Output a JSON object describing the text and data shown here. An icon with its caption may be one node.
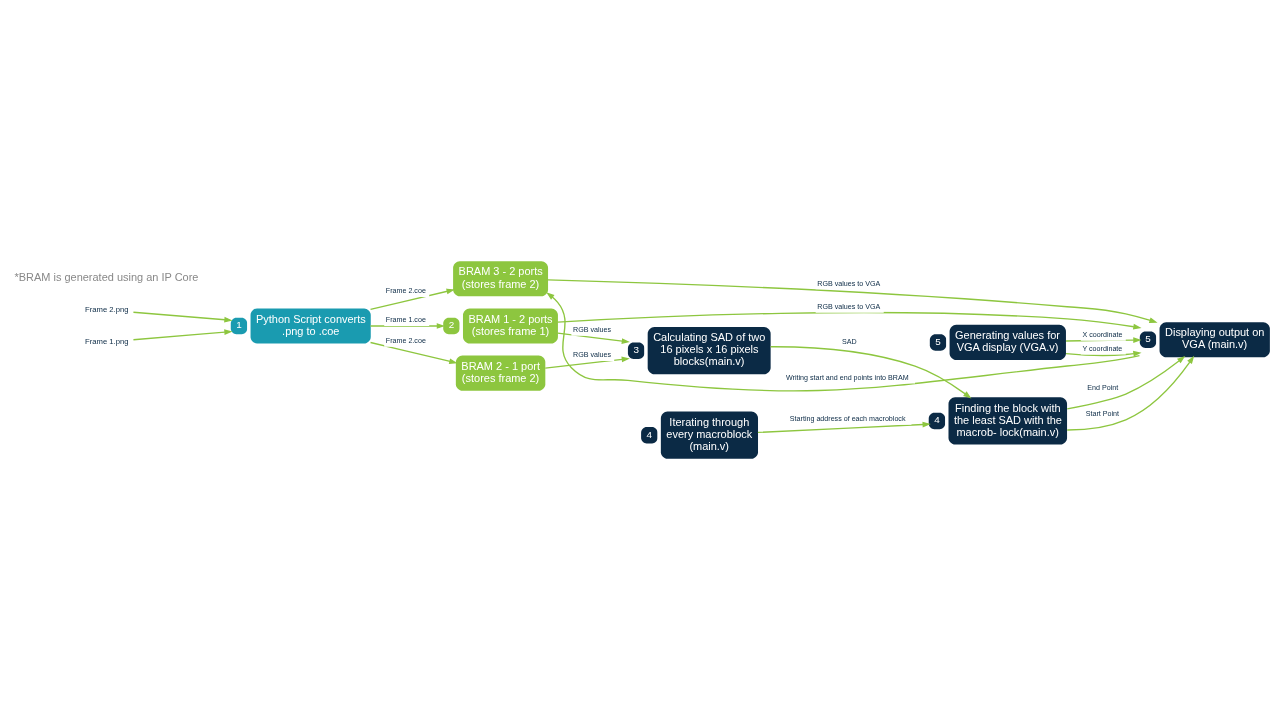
{
  "diagram": {
    "nodes": [
      {
        "text": [
          "Frame 2.png"
        ]
      },
      {
        "text": [
          "Frame 1.png"
        ]
      },
      {
        "text": [
          "Python Script converts .png to .coe"
        ],
        "beside": [
          "1"
        ]
      },
      {
        "text": [
          "BRAM 1 - 2 ports (stores frame 1)"
        ],
        "beside": [
          "2"
        ]
      },
      {
        "text": [
          "BRAM 2 - 1 port (stores frame 2)"
        ]
      },
      {
        "text": [
          "BRAM 3 - 2 ports (stores frame 2)"
        ]
      },
      {
        "text": [
          "Calculating SAD of two 16 pixels x 16 pixels blocks(main.v)"
        ],
        "beside": [
          "3"
        ]
      },
      {
        "text": [
          "Iterating through every macroblock (main.v)"
        ],
        "beside": [
          "4"
        ]
      },
      {
        "text": [
          "Finding the block with the least SAD with the macrob- lock(main.v)"
        ],
        "beside": [
          "4"
        ]
      },
      {
        "text": [
          "Displaying output on VGA (main.v)"
        ],
        "beside": [
          "5"
        ]
      },
      {
        "text": [
          "Generating values for VGA display (VGA.v)"
        ],
        "beside": [
          "5"
        ]
      }
    ],
    "edges": [
      {
        "from": 0,
        "to": 2,
        "arrow": "to"
      },
      {
        "from": 1,
        "to": 2,
        "arrow": "to"
      },
      {
        "from": 2,
        "to": 3,
        "arrow": "to",
        "label": "Frame 1.coe"
      },
      {
        "from": 2,
        "to": 4,
        "arrow": "to",
        "label": "Frame 2.coe"
      },
      {
        "from": 2,
        "to": 5,
        "arrow": "to",
        "label": "Frame 2.coe"
      },
      {
        "from": 3,
        "to": 6,
        "arrow": "to",
        "label": "RGB values"
      },
      {
        "from": 3,
        "to": 9,
        "arrow": "to",
        "label": "RGB values to VGA"
      },
      {
        "from": 4,
        "to": 6,
        "arrow": "to",
        "label": "RGB values"
      },
      {
        "from": 9,
        "to": 5,
        "arrow": "to",
        "label": "Writing start and end points into BRAM"
      },
      {
        "from": 5,
        "to": 9,
        "arrow": "to",
        "label": "RGB values to VGA"
      },
      {
        "from": 6,
        "to": 8,
        "arrow": "to",
        "label": "SAD"
      },
      {
        "from": 7,
        "to": 8,
        "arrow": "to",
        "label": "Starting address of each macroblock"
      },
      {
        "from": 8,
        "to": 9,
        "arrow": "to",
        "label": "Start Point"
      },
      {
        "from": 8,
        "to": 9,
        "arrow": "to",
        "label": "End Point"
      },
      {
        "from": 10,
        "to": 9,
        "arrow": "to",
        "label": "X coordinate"
      },
      {
        "from": 10,
        "to": 9,
        "arrow": "to",
        "label": "Y coordinate"
      }
    ],
    "labels": [
      "*BRAM is generated using an IP Core"
    ]
  }
}
